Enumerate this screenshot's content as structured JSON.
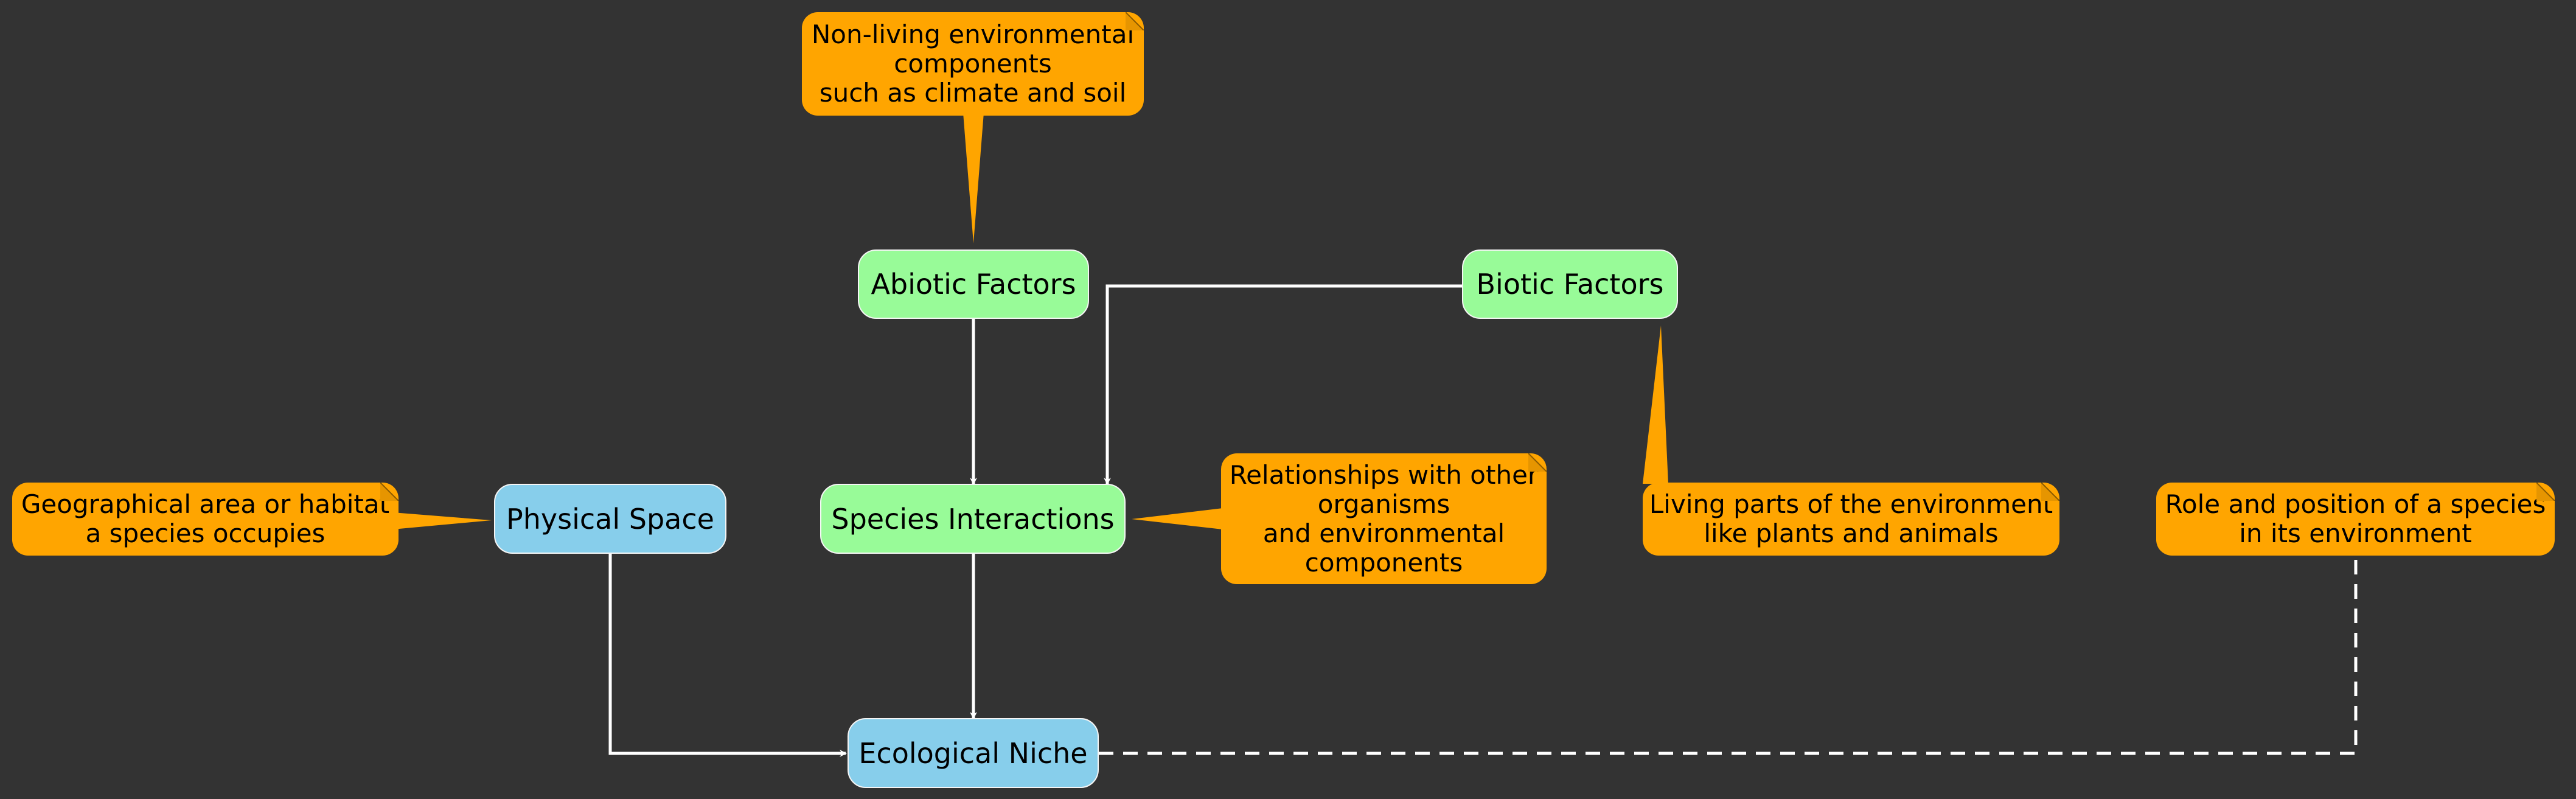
{
  "nodes": {
    "abiotic": "Abiotic Factors",
    "biotic": "Biotic Factors",
    "physical": "Physical Space",
    "interactions": "Species Interactions",
    "niche": "Ecological Niche"
  },
  "notes": {
    "abiotic": "Non-living environmental\ncomponents\nsuch as climate and soil",
    "physical": "Geographical area or habitat\na species occupies",
    "interactions": "Relationships with other\norganisms\nand environmental\ncomponents",
    "biotic": "Living parts of the environment\nlike plants and animals",
    "niche": "Role and position of a species\nin its environment"
  },
  "colors": {
    "background": "#333333",
    "factor_node": "#98fb98",
    "space_node": "#87ceeb",
    "note": "#ffa500",
    "edge": "#ffffff"
  }
}
